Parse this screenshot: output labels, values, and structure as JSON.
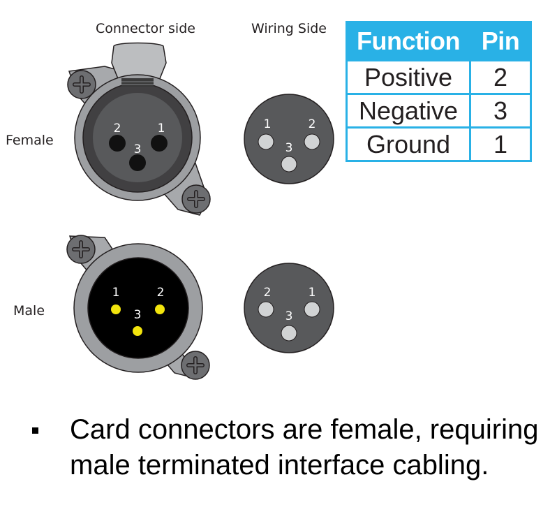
{
  "columns": {
    "connector_side": "Connector side",
    "wiring_side": "Wiring Side"
  },
  "rows": {
    "female": "Female",
    "male": "Male"
  },
  "female_connector_pins": [
    "2",
    "1",
    "3"
  ],
  "female_wiring_pins": [
    "1",
    "2",
    "3"
  ],
  "male_connector_pins": [
    "1",
    "2",
    "3"
  ],
  "male_wiring_pins": [
    "2",
    "1",
    "3"
  ],
  "table": {
    "headers": [
      "Function",
      "Pin"
    ],
    "rows": [
      [
        "Positive",
        "2"
      ],
      [
        "Negative",
        "3"
      ],
      [
        "Ground",
        "1"
      ]
    ]
  },
  "bullet": "Card connectors are female, requiring male terminated interface cabling.",
  "colors": {
    "table_accent": "#29b1e6",
    "male_pin": "#f2e40d",
    "connector_gray": "#58595b",
    "flange_gray": "#9d9fa2"
  }
}
